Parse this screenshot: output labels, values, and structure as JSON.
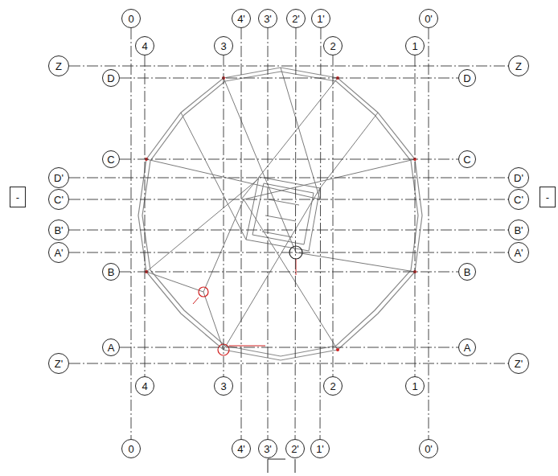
{
  "diagram": {
    "nodes": [
      {
        "text": [
          "0"
        ]
      },
      {
        "text": [
          "4'"
        ]
      },
      {
        "text": [
          "3'"
        ]
      },
      {
        "text": [
          "2'"
        ]
      },
      {
        "text": [
          "1'"
        ]
      },
      {
        "text": [
          "0'"
        ]
      },
      {
        "text": [
          "4"
        ]
      },
      {
        "text": [
          "3"
        ]
      },
      {
        "text": [
          "2"
        ]
      },
      {
        "text": [
          "1"
        ]
      },
      {
        "text": [
          "Z"
        ]
      },
      {
        "text": [
          "D"
        ]
      },
      {
        "text": [
          "D"
        ]
      },
      {
        "text": [
          "Z"
        ]
      },
      {
        "text": [
          "C"
        ]
      },
      {
        "text": [
          "C"
        ]
      },
      {
        "text": [
          "D'"
        ]
      },
      {
        "text": [
          "D'"
        ]
      },
      {
        "text": [
          "-"
        ]
      },
      {
        "text": [
          "C'"
        ]
      },
      {
        "text": [
          "C'"
        ]
      },
      {
        "text": [
          "-"
        ]
      },
      {
        "text": [
          "B'"
        ]
      },
      {
        "text": [
          "B'"
        ]
      },
      {
        "text": [
          "A'"
        ]
      },
      {
        "text": [
          "A'"
        ]
      },
      {
        "text": [
          "B"
        ]
      },
      {
        "text": [
          "B"
        ]
      },
      {
        "text": [
          "A"
        ]
      },
      {
        "text": [
          "A"
        ]
      },
      {
        "text": [
          "Z'"
        ]
      },
      {
        "text": [
          "Z'"
        ]
      },
      {
        "text": [
          "4"
        ]
      },
      {
        "text": [
          "3"
        ]
      },
      {
        "text": [
          "2"
        ]
      },
      {
        "text": [
          "1"
        ]
      },
      {
        "text": [
          "0"
        ]
      },
      {
        "text": [
          "4'"
        ]
      },
      {
        "text": [
          "3'"
        ]
      },
      {
        "text": [
          "2'"
        ]
      },
      {
        "text": [
          "1'"
        ]
      },
      {
        "text": [
          "0'"
        ]
      }
    ],
    "edges": [
      {
        "from": 0,
        "to": 36,
        "arrow": "none"
      },
      {
        "from": 1,
        "to": 37,
        "arrow": "none"
      },
      {
        "from": 2,
        "to": 38,
        "arrow": "none"
      },
      {
        "from": 3,
        "to": 39,
        "arrow": "none"
      },
      {
        "from": 4,
        "to": 40,
        "arrow": "none"
      },
      {
        "from": 5,
        "to": 41,
        "arrow": "none"
      },
      {
        "from": 6,
        "to": 32,
        "arrow": "none"
      },
      {
        "from": 7,
        "to": 33,
        "arrow": "none"
      },
      {
        "from": 8,
        "to": 34,
        "arrow": "none"
      },
      {
        "from": 9,
        "to": 35,
        "arrow": "none"
      },
      {
        "from": 10,
        "to": 13,
        "arrow": "none"
      },
      {
        "from": 11,
        "to": 12,
        "arrow": "none"
      },
      {
        "from": 14,
        "to": 15,
        "arrow": "none"
      },
      {
        "from": 16,
        "to": 17,
        "arrow": "none"
      },
      {
        "from": 19,
        "to": 20,
        "arrow": "none"
      },
      {
        "from": 22,
        "to": 23,
        "arrow": "none"
      },
      {
        "from": 24,
        "to": 25,
        "arrow": "none"
      },
      {
        "from": 26,
        "to": 27,
        "arrow": "none"
      },
      {
        "from": 28,
        "to": 29,
        "arrow": "none"
      },
      {
        "from": 30,
        "to": 31,
        "arrow": "none"
      }
    ]
  }
}
